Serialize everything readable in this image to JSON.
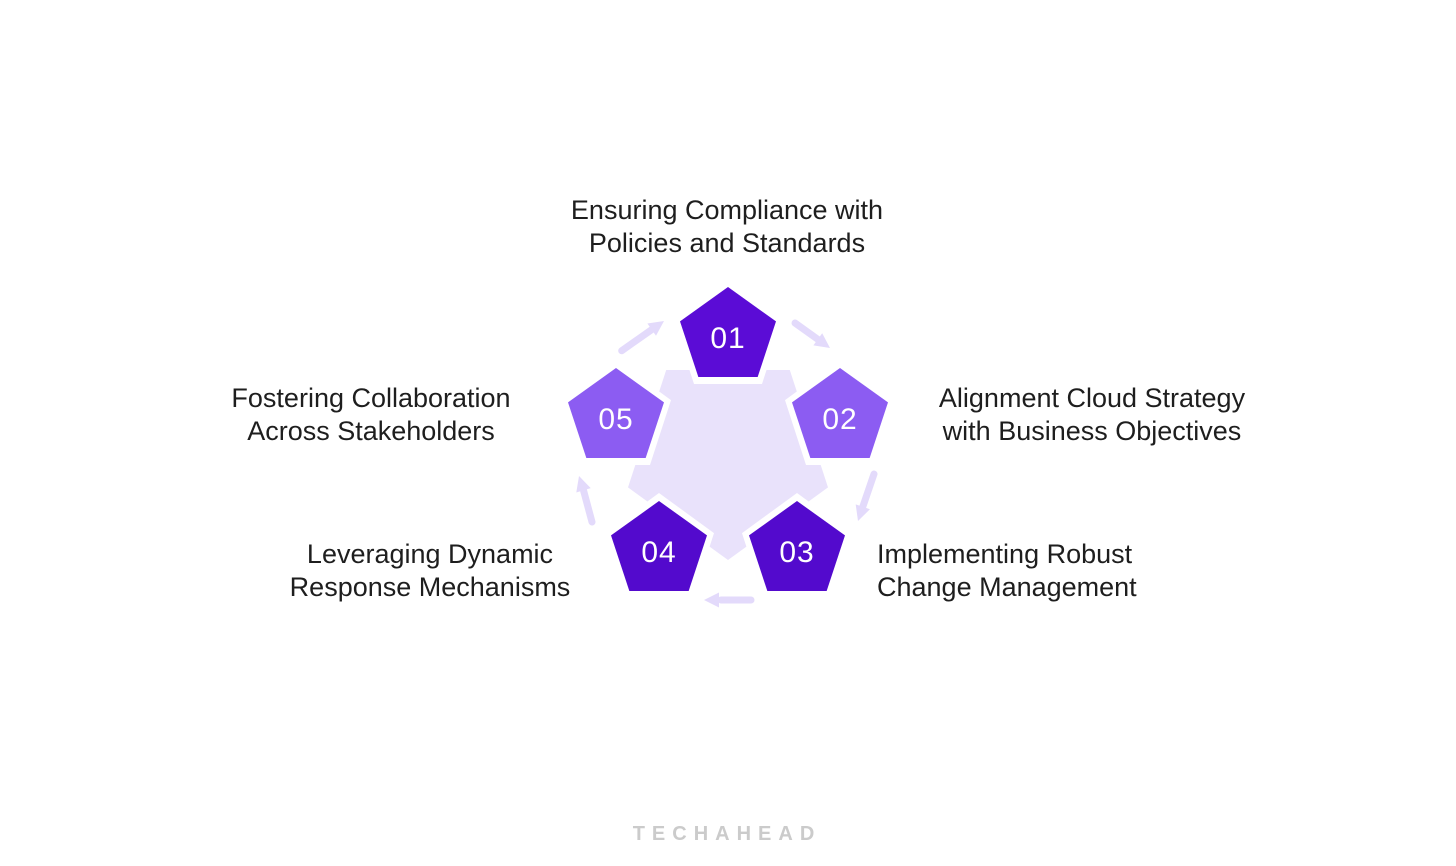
{
  "diagram": {
    "type": "cycle-pentagon",
    "center_color": "#E9E2FB",
    "outline_color": "#FFFFFF",
    "arrow_color": "#E3DAFB",
    "label_color": "#1E1E1E",
    "steps": [
      {
        "number": "01",
        "color": "#5B0CD6",
        "number_color": "#FFFFFF",
        "label_lines": [
          "Ensuring Compliance with",
          "Policies and Standards"
        ]
      },
      {
        "number": "02",
        "color": "#8C5CF2",
        "number_color": "#FFFFFF",
        "label_lines": [
          "Alignment Cloud Strategy",
          "with Business Objectives"
        ]
      },
      {
        "number": "03",
        "color": "#530ACD",
        "number_color": "#FFFFFF",
        "label_lines": [
          "Implementing Robust",
          "Change Management"
        ]
      },
      {
        "number": "04",
        "color": "#530ACD",
        "number_color": "#FFFFFF",
        "label_lines": [
          "Leveraging Dynamic",
          "Response Mechanisms"
        ]
      },
      {
        "number": "05",
        "color": "#8C5CF2",
        "number_color": "#FFFFFF",
        "label_lines": [
          "Fostering Collaboration",
          "Across Stakeholders"
        ]
      }
    ]
  },
  "watermark": {
    "text": "TECHAHEAD",
    "color": "#CBCBCB"
  }
}
